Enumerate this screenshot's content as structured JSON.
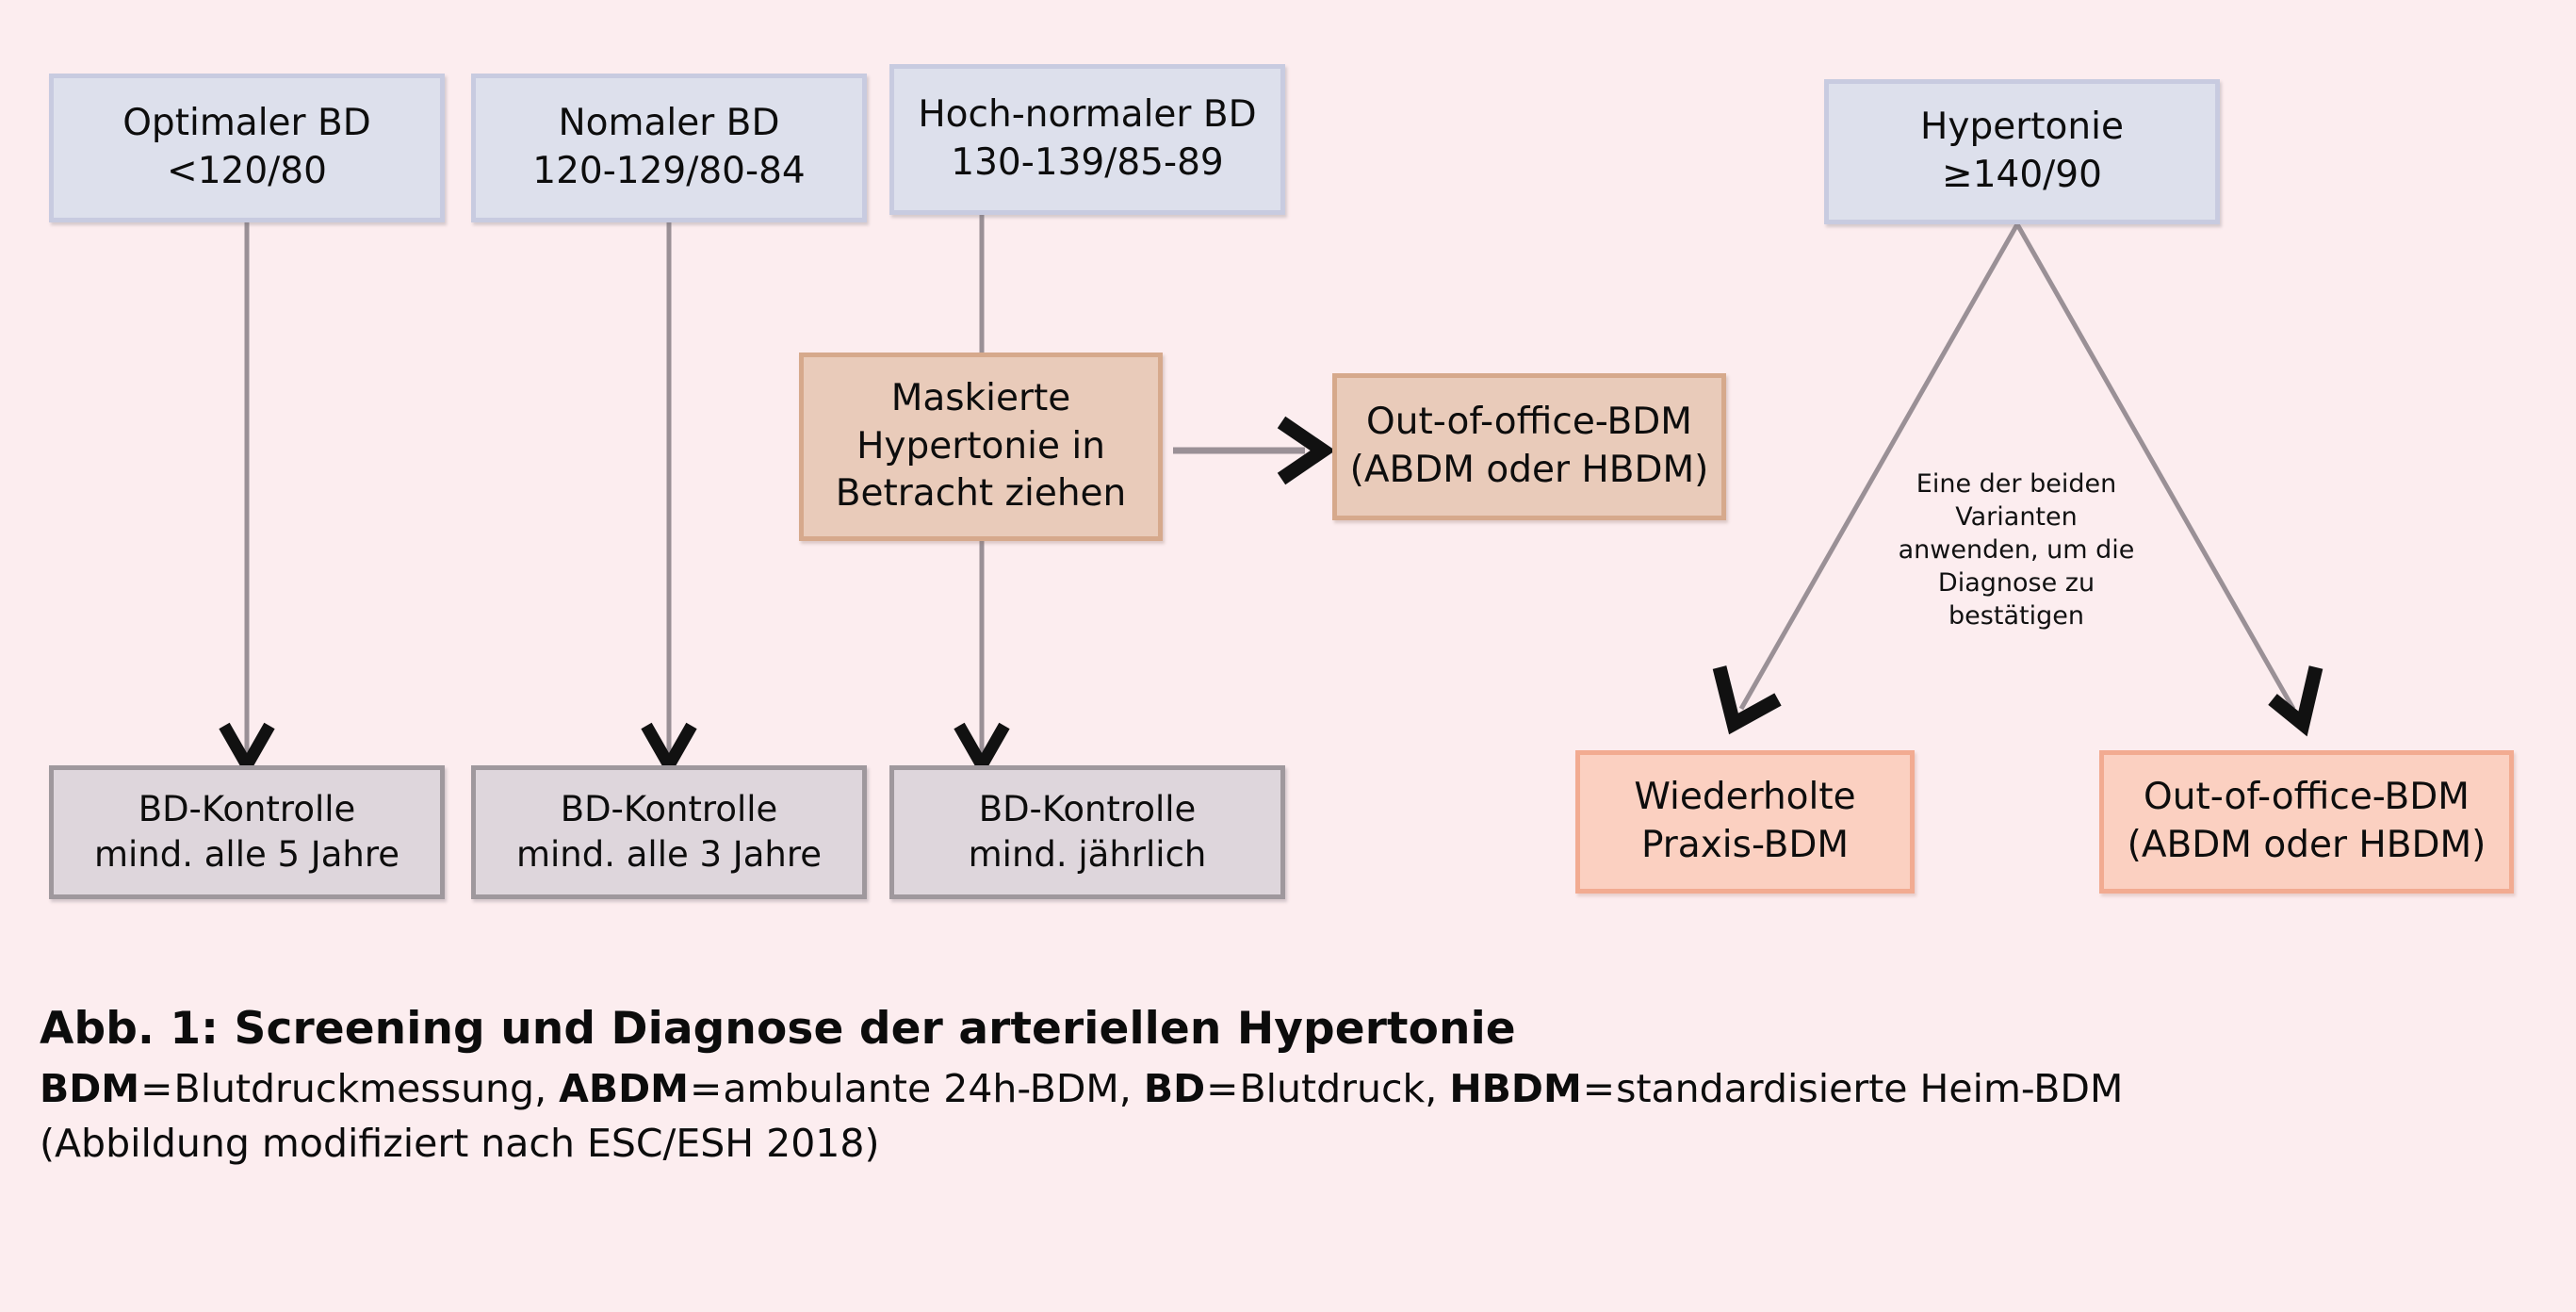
{
  "figure": {
    "background_color": "#fcedef",
    "caption_title": "Abb. 1: Screening und Diagnose der arteriellen Hypertonie",
    "caption_source": "(Abbildung modifiziert nach ESC/ESH 2018)",
    "legend": [
      {
        "abbr": "BDM",
        "sep": "=",
        "definition": "Blutdruckmessung, "
      },
      {
        "abbr": "ABDM",
        "sep": "=",
        "definition": "ambulante 24h-BDM, "
      },
      {
        "abbr": "BD",
        "sep": "=",
        "definition": "Blutdruck, "
      },
      {
        "abbr": "HBDM",
        "sep": "=",
        "definition": "standardisierte Heim-BDM"
      }
    ]
  },
  "colors": {
    "category_fill": "#dde0ec",
    "category_border": "#c8cbe0",
    "tan_fill": "#e9cbba",
    "tan_border": "#d6a98c",
    "grey_fill": "#ded6dc",
    "grey_border": "#9f989d",
    "salmon_fill": "#fbd0c1",
    "salmon_border": "#f2ab91",
    "connector": "#9a9096",
    "arrowhead": "#111111"
  },
  "nodes": {
    "optimal_bd": {
      "line1": "Optimaler BD",
      "line2": "<120/80"
    },
    "normal_bd": {
      "line1": "Nomaler BD",
      "line2": "120-129/80-84"
    },
    "high_normal_bd": {
      "line1": "Hoch-normaler BD",
      "line2": "130-139/85-89"
    },
    "hypertonie": {
      "line1": "Hypertonie",
      "line2": "≥140/90"
    },
    "masked_ht": {
      "line1": "Maskierte",
      "line2": "Hypertonie in",
      "line3": "Betracht ziehen"
    },
    "oob_bdm_mid": {
      "line1": "Out-of-office-BDM",
      "line2": "(ABDM oder HBDM)"
    },
    "control_5y": {
      "line1": "BD-Kontrolle",
      "line2": "mind. alle 5 Jahre"
    },
    "control_3y": {
      "line1": "BD-Kontrolle",
      "line2": "mind. alle 3 Jahre"
    },
    "control_1y": {
      "line1": "BD-Kontrolle",
      "line2": "mind. jährlich"
    },
    "repeat_office": {
      "line1": "Wiederholte",
      "line2": "Praxis-BDM"
    },
    "oob_bdm_right": {
      "line1": "Out-of-office-BDM",
      "line2": "(ABDM oder HBDM)"
    }
  },
  "annotations": {
    "confirm_note": {
      "line1": "Eine der beiden",
      "line2": "Varianten",
      "line3": "anwenden, um die",
      "line4": "Diagnose zu",
      "line5": "bestätigen"
    }
  }
}
